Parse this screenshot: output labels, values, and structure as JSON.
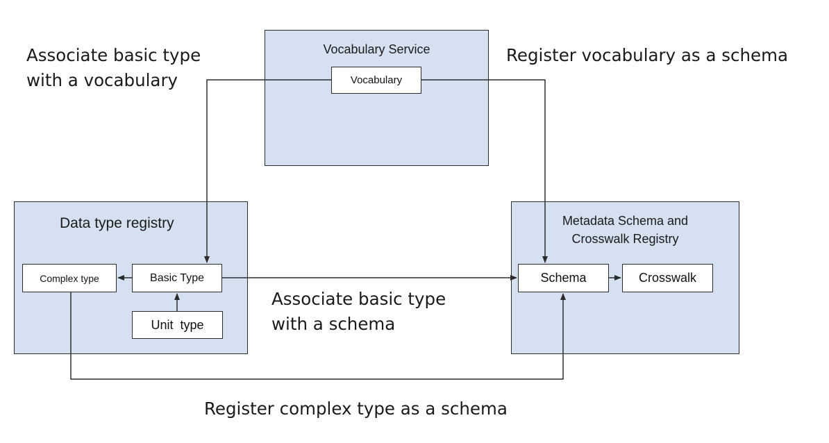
{
  "diagram": {
    "containers": {
      "vocabulary_service": {
        "title": "Vocabulary Service"
      },
      "data_type_registry": {
        "title": "Data type registry"
      },
      "metadata_schema_registry": {
        "title_line1": "Metadata Schema and",
        "title_line2": "Crosswalk Registry"
      }
    },
    "nodes": {
      "vocabulary": "Vocabulary",
      "complex_type": "Complex type",
      "basic_type": "Basic Type",
      "unit_type": "Unit  type",
      "schema": "Schema",
      "crosswalk": "Crosswalk"
    },
    "edge_labels": {
      "associate_vocabulary_line1": "Associate basic type",
      "associate_vocabulary_line2": "with a vocabulary",
      "register_vocabulary": "Register vocabulary as a schema",
      "associate_schema_line1": "Associate basic type",
      "associate_schema_line2": "with a schema",
      "register_complex": "Register complex type as a schema"
    },
    "colors": {
      "container_fill": "#d5e1f1",
      "node_fill": "#ffffff",
      "stroke": "#2b2b2b"
    }
  }
}
